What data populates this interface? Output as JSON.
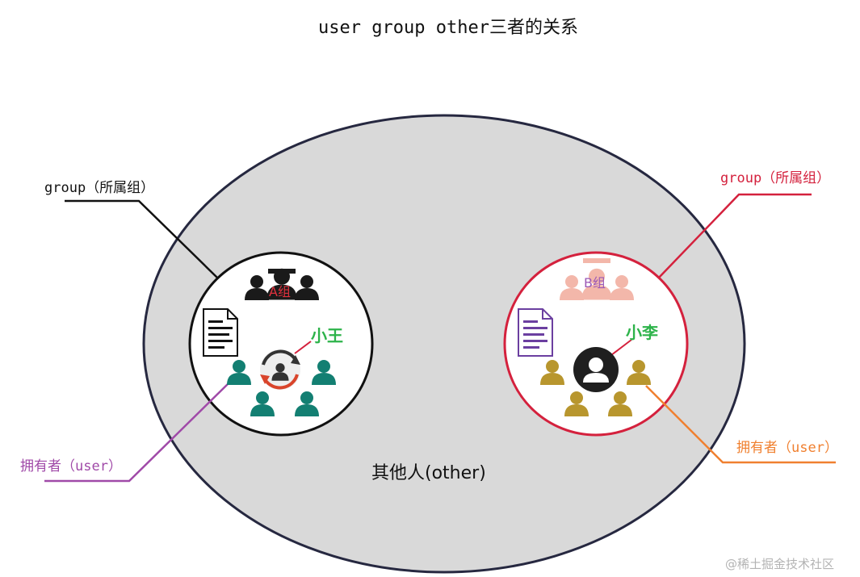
{
  "diagram": {
    "title": "user group other三者的关系",
    "other_label": "其他人(other)",
    "left": {
      "group_callout": "group（所属组）",
      "group_badge": "A组",
      "owner_name": "小王",
      "owner_callout": "拥有者（user）"
    },
    "right": {
      "group_callout": "group（所属组）",
      "group_badge": "B组",
      "owner_name": "小李",
      "owner_callout": "拥有者（user）"
    },
    "watermark": "@稀土掘金技术社区"
  },
  "colors": {
    "ellipse_fill": "#d9d9d9",
    "ellipse_stroke": "#262840",
    "left_circle_stroke": "#111111",
    "right_circle_stroke": "#d4213d",
    "right_group_callout": "#d4213d",
    "left_owner_callout": "#a04aa8",
    "right_owner_callout": "#f08030",
    "owner_name": "#2db34a",
    "badge_left": "#e0313d",
    "badge_right": "#9b59b6",
    "left_users": "#137f72",
    "right_users": "#b8962e",
    "group_icon_left": "#1a1a1a",
    "group_icon_right": "#f3b7aa"
  },
  "icons": [
    "document-icon",
    "group-people-icon",
    "owner-sync-icon",
    "owner-avatar-icon",
    "user-icon"
  ]
}
